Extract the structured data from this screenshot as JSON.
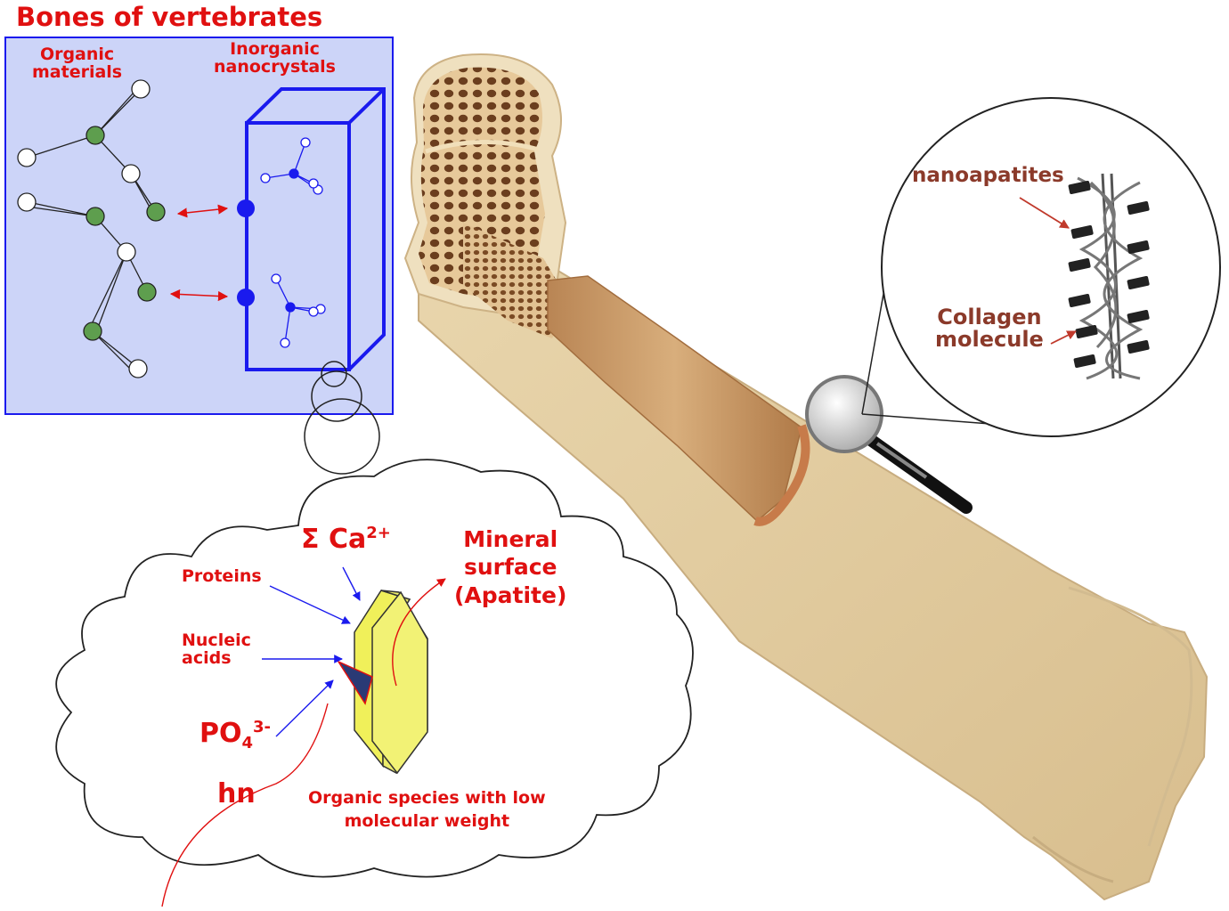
{
  "title": "Bones of vertebrates",
  "inset": {
    "organic_label": "Organic\nmaterials",
    "inorganic_label": "Inorganic\nnanocrystals"
  },
  "magnifier": {
    "nanoapatites_label": "nanoapatites",
    "collagen_label": "Collagen\nmolecule"
  },
  "cloud": {
    "calcium": "Σ Ca",
    "calcium_charge": "2+",
    "mineral_label": "Mineral\nsurface\n(Apatite)",
    "proteins_label": "Proteins",
    "nucleic_label": "Nucleic\nacids",
    "phosphate": "PO",
    "phosphate_sub": "4",
    "phosphate_charge": "3-",
    "light_label": "hn",
    "organic_species_label": "Organic species with low\nmolecular weight"
  },
  "colors": {
    "label_red": "#e01010",
    "label_brown": "#8b3a2a",
    "inset_fill": "#ccd4f8",
    "inset_border": "#1a1aee",
    "crystal_fill": "#efef6a",
    "bone_fill": "#e7d2a6",
    "marrow_fill": "#c99a6a"
  }
}
